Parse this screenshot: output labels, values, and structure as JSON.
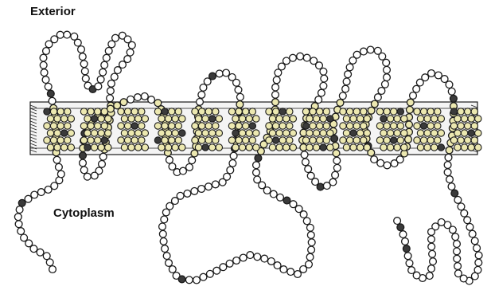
{
  "labels": {
    "exterior": "Exterior",
    "cytoplasm": "Cytoplasm"
  },
  "diagram": {
    "subject": "polytopic membrane protein topology",
    "transmembrane_segments": 12,
    "icon_names": [
      "membrane-bilayer",
      "amino-acid-residue-bead",
      "transmembrane-helix-bundle"
    ],
    "colors": {
      "outline": "#1a1a1a",
      "residue_fill": "#ffffff",
      "helix_residue_fill": "#ece8b0",
      "membrane_fill": "#f4f4f4",
      "dark_residue": "#3a3a3a"
    }
  }
}
